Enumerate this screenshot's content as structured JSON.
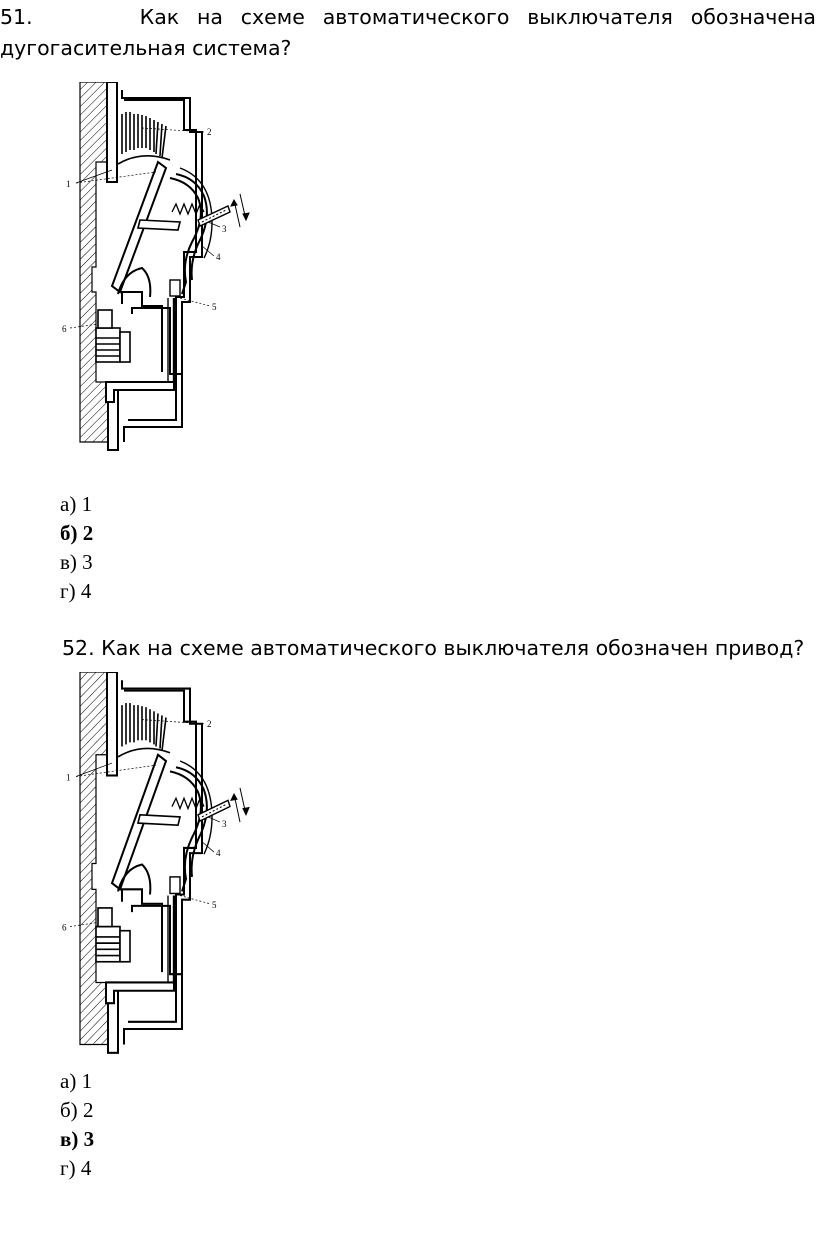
{
  "questions": [
    {
      "number": "51.",
      "text": "Как на схеме автоматического выключателя обозначена дугогасительная система?",
      "figure_labels": [
        "1",
        "2",
        "3",
        "4",
        "5",
        "6"
      ],
      "options": [
        {
          "letter": "а)",
          "value": "1",
          "correct": false
        },
        {
          "letter": "б)",
          "value": "2",
          "correct": true
        },
        {
          "letter": "в)",
          "value": "3",
          "correct": false
        },
        {
          "letter": "г)",
          "value": "4",
          "correct": false
        }
      ]
    },
    {
      "number": "52.",
      "text": "Как на схеме автоматического выключателя обозначен привод?",
      "figure_labels": [
        "1",
        "2",
        "3",
        "4",
        "5",
        "6"
      ],
      "options": [
        {
          "letter": "а)",
          "value": "1",
          "correct": false
        },
        {
          "letter": "б)",
          "value": "2",
          "correct": false
        },
        {
          "letter": "в)",
          "value": "3",
          "correct": true
        },
        {
          "letter": "г)",
          "value": "4",
          "correct": false
        }
      ]
    }
  ]
}
